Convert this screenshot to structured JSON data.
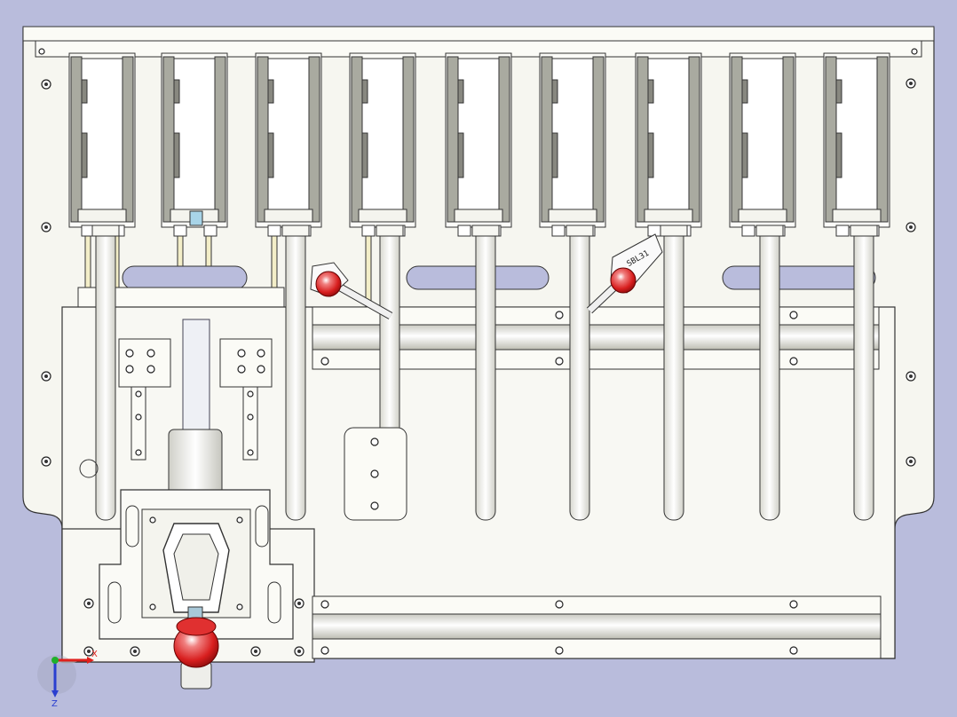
{
  "viewport": {
    "background": "#b9bcdc",
    "label_x": "X",
    "label_z": "Z",
    "colors": {
      "x_axis": "#e0201c",
      "y_axis": "#1fb02a",
      "z_axis": "#2a3fd0",
      "knob": "#d81e1e",
      "rail_grey": "#a9aaa0",
      "guide_cream": "#f3eec8"
    }
  },
  "tags": [
    {
      "text": "SBL31"
    }
  ],
  "icons": [
    "triad-icon",
    "toggle-clamp-knob-icon",
    "sensor-knob-icon"
  ]
}
